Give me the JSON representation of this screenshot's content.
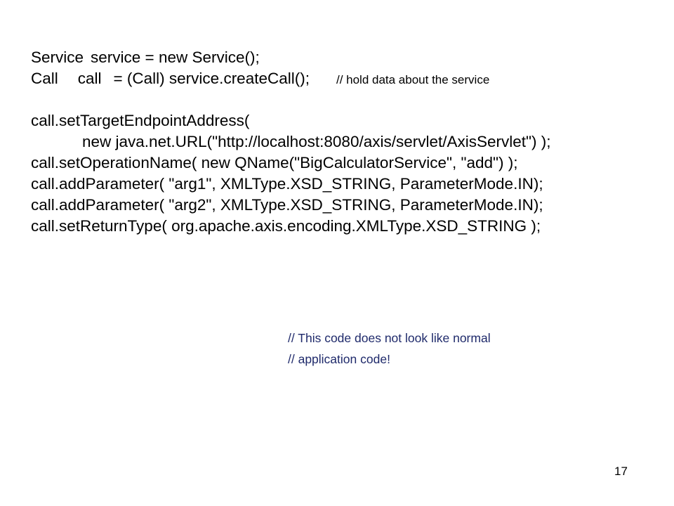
{
  "slide": {
    "code": {
      "line1": {
        "type": "Service",
        "decl": "service = new Service();"
      },
      "line2": {
        "type": "Call",
        "name": "call",
        "expr": "= (Call) service.createCall();",
        "comment": "// hold data about the service"
      },
      "line3": "call.setTargetEndpointAddress(",
      "line4": "new java.net.URL(\"http://localhost:8080/axis/servlet/AxisServlet\") );",
      "line5": "call.setOperationName( new QName(\"BigCalculatorService\", \"add\") );",
      "line6": "call.addParameter( \"arg1\", XMLType.XSD_STRING, ParameterMode.IN);",
      "line7": "call.addParameter( \"arg2\", XMLType.XSD_STRING, ParameterMode.IN);",
      "line8": "call.setReturnType( org.apache.axis.encoding.XMLType.XSD_STRING );"
    },
    "note": {
      "line1": "// This code does not look like normal",
      "line2": "// application code!"
    },
    "page_number": "17",
    "colors": {
      "text": "#000000",
      "note": "#1f2a6b",
      "background": "#ffffff"
    }
  }
}
